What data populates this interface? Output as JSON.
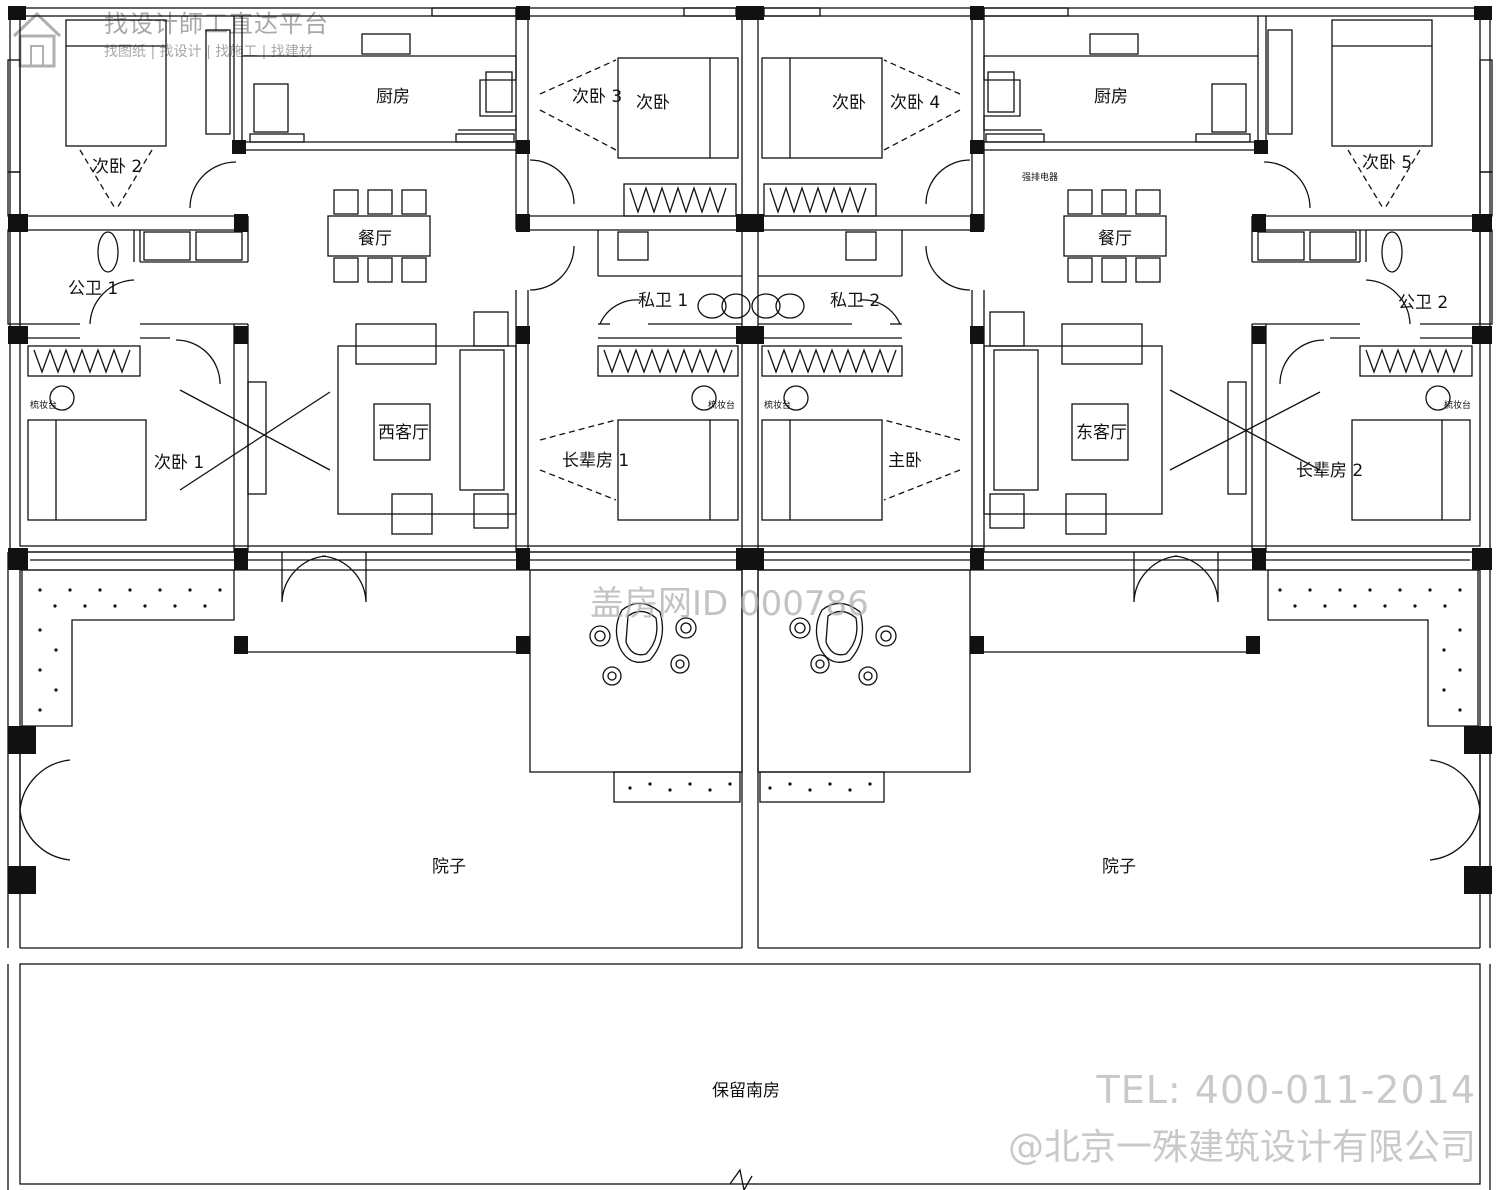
{
  "watermark": {
    "header_title": "找设计師工直达平台",
    "header_sub": "找图纸 | 找设计 | 找施工 | 找建材",
    "id_text": "盖房网ID 000786",
    "tel": "TEL: 400-011-2014",
    "company": "@北京一殊建筑设计有限公司"
  },
  "rooms": {
    "kitchen_w": "厨房",
    "kitchen_e": "厨房",
    "bed2": "次卧 2",
    "bed3": "次卧 3",
    "bed_c1": "次卧",
    "bed_c2": "次卧",
    "bed4": "次卧 4",
    "bed5": "次卧 5",
    "dining_w": "餐厅",
    "dining_e": "餐厅",
    "wc1": "公卫 1",
    "wc2": "公卫 2",
    "pwc1": "私卫 1",
    "pwc2": "私卫 2",
    "bed1": "次卧 1",
    "living_w": "西客厅",
    "living_e": "东客厅",
    "elder1": "长辈房 1",
    "master": "主卧",
    "elder2": "长辈房 2",
    "yard_w": "院子",
    "yard_e": "院子",
    "south": "保留南房",
    "vanity1": "梳妆台",
    "vanity2": "梳妆台",
    "vanity3": "梳妆台",
    "vanity4": "梳妆台",
    "heater": "强排电器"
  }
}
